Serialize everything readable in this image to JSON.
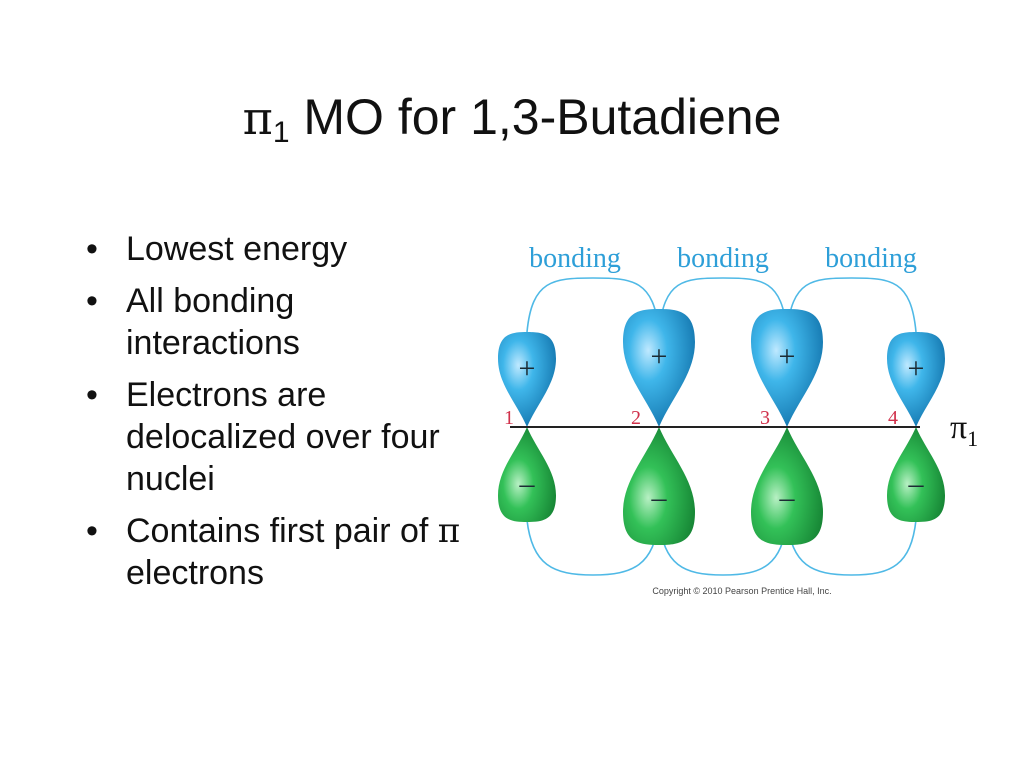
{
  "title": {
    "pi": "π",
    "sub": "1",
    "rest": " MO for 1,3-Butadiene"
  },
  "bullets": [
    {
      "text": "Lowest energy"
    },
    {
      "text": "All bonding interactions"
    },
    {
      "text": "Electrons are delocalized over four nuclei"
    },
    {
      "pre": "Contains first pair of ",
      "pi": "π",
      "post": " electrons"
    }
  ],
  "diagram": {
    "bonding_labels": [
      "bonding",
      "bonding",
      "bonding"
    ],
    "atom_numbers": [
      "1",
      "2",
      "3",
      "4"
    ],
    "upper_sign": "+",
    "lower_sign": "–",
    "mo_label": "π",
    "mo_sub": "1",
    "copyright": "Copyright © 2010 Pearson Prentice Hall, Inc.",
    "colors": {
      "positive_lobe": "#29a9e0",
      "negative_lobe": "#2bb24c",
      "bonding_text": "#2e9fd8",
      "atom_number": "#d0304a"
    }
  }
}
